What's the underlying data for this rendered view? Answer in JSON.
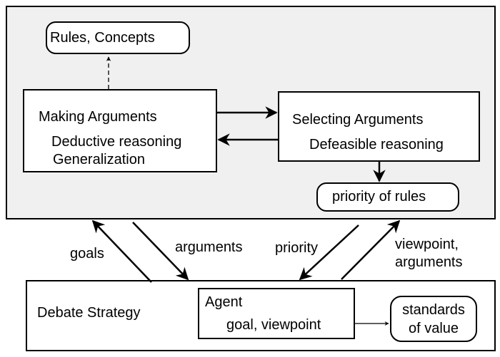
{
  "rules_concepts": "Rules,  Concepts",
  "making": {
    "title": "Making Arguments",
    "line1": "Deductive reasoning",
    "line2": "Generalization"
  },
  "selecting": {
    "title": "Selecting Arguments",
    "line1": "Defeasible reasoning"
  },
  "priority_of_rules": "priority of rules",
  "flows": {
    "goals": "goals",
    "arguments": "arguments",
    "priority": "priority",
    "viewpoint_arguments_1": "viewpoint,",
    "viewpoint_arguments_2": "arguments"
  },
  "debate_strategy": "Debate Strategy",
  "agent": {
    "title": "Agent",
    "line1": "goal,  viewpoint"
  },
  "standards": {
    "line1": "standards",
    "line2": "of value"
  }
}
